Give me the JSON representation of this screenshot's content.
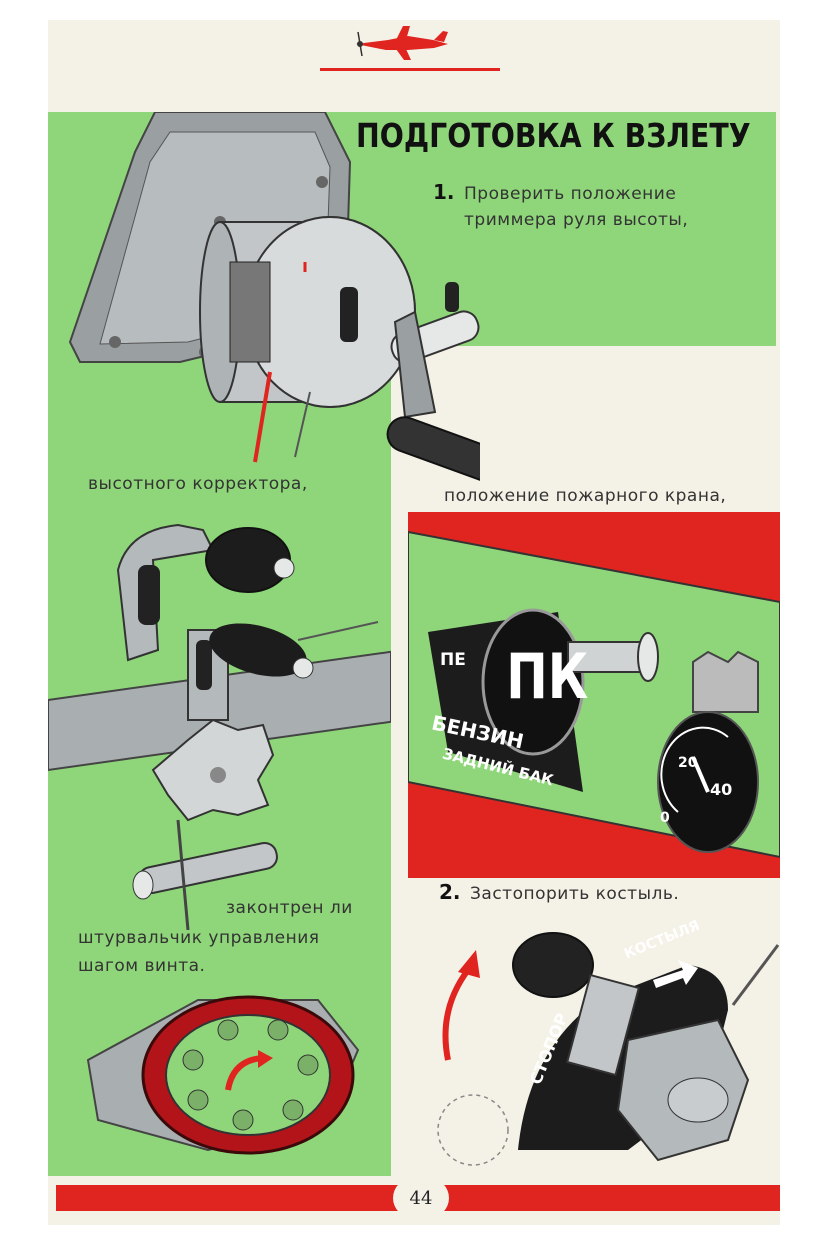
{
  "page": {
    "title": "ПОДГОТОВКА К ВЗЛЕТУ",
    "step1_number": "1.",
    "step1_text_line1": "Проверить положение",
    "step1_text_line2": "триммера руля высоты,",
    "caption_altitude_corrector": "высотного корректора,",
    "caption_fire_valve": "положение пожарного крана,",
    "caption_prop_line1": "законтрен ли",
    "caption_prop_line2": "штурвальчик управления",
    "caption_prop_line3": "шагом винта.",
    "step2_number": "2.",
    "step2_text": "Застопорить костыль.",
    "valve_label_pk": "ПК",
    "valve_label_pe": "ПЕ",
    "valve_label_benzin": "БЕНЗИН",
    "valve_label_zadniy_bak": "ЗАДНИЙ БАК",
    "gauge_label_20": "20",
    "gauge_label_40": "40",
    "gauge_label_0": "0",
    "tail_lock_label_1": "СТОПОР",
    "tail_lock_label_2": "КОСТЫЛЯ",
    "page_number": "44"
  },
  "colors": {
    "green": "#8fd67a",
    "red": "#e0241f",
    "paper": "#f4f1e6",
    "dark": "#1c1c1c"
  }
}
